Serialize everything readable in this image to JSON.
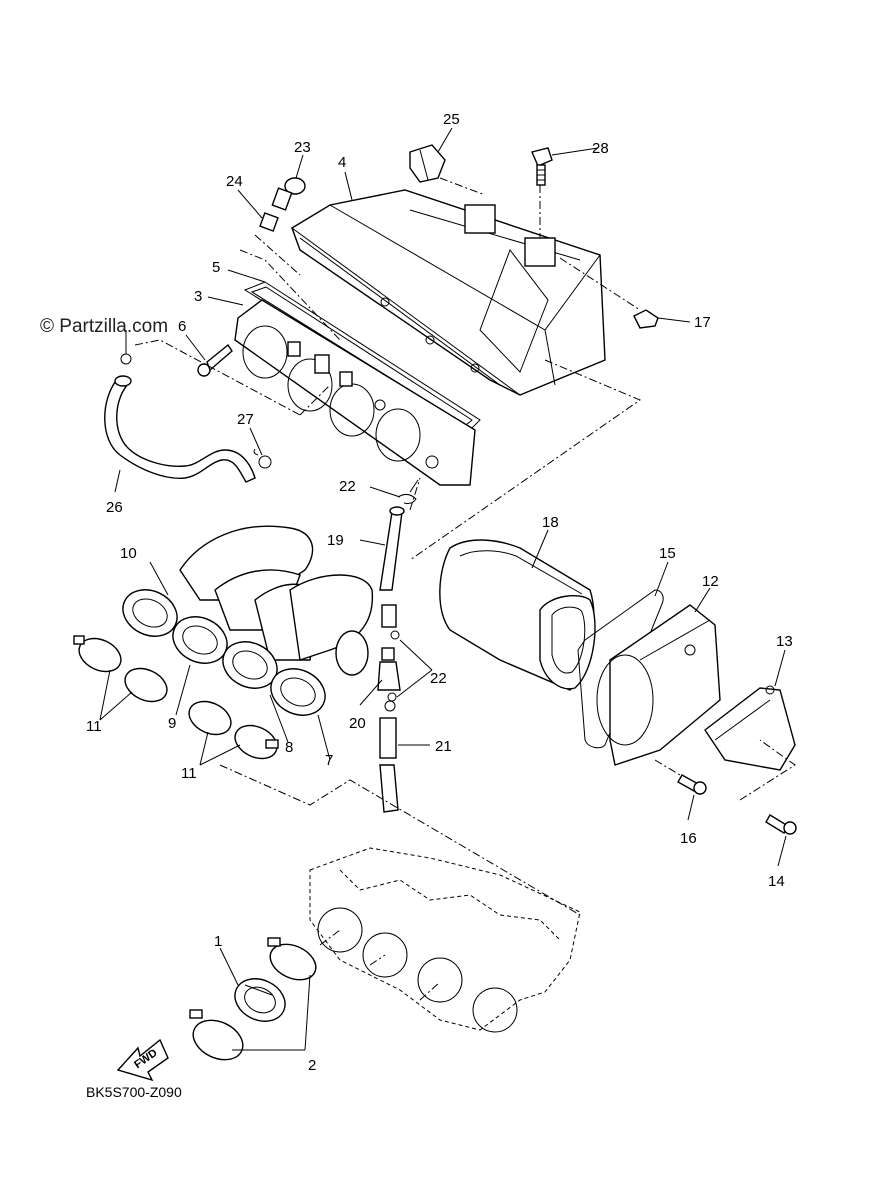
{
  "watermark": "© Partzilla.com",
  "diagram_code": "BK5S700-Z090",
  "fwd_label": "FWD",
  "callouts": {
    "c1": "1",
    "c2": "2",
    "c3": "3",
    "c4": "4",
    "c5": "5",
    "c6": "6",
    "c7": "7",
    "c8": "8",
    "c9": "9",
    "c10": "10",
    "c11a": "11",
    "c11b": "11",
    "c12": "12",
    "c13": "13",
    "c14": "14",
    "c15": "15",
    "c16": "16",
    "c17": "17",
    "c18": "18",
    "c19": "19",
    "c20": "20",
    "c21": "21",
    "c22a": "22",
    "c22b": "22",
    "c23": "23",
    "c24": "24",
    "c25": "25",
    "c26": "26",
    "c27": "27",
    "c28": "28"
  }
}
